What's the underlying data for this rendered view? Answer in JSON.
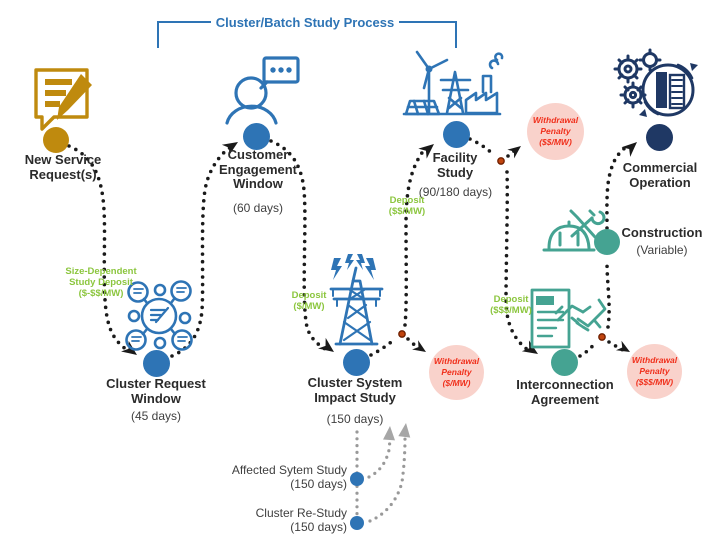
{
  "title": "Cluster/Batch Study Process",
  "nodes": [
    {
      "id": "new-service-request",
      "label": "New Service\nRequest(s)",
      "duration": ""
    },
    {
      "id": "customer-engagement-window",
      "label": "Customer\nEngagement\nWindow",
      "duration": "(60 days)"
    },
    {
      "id": "cluster-request-window",
      "label": "Cluster Request\nWindow",
      "duration": "(45 days)"
    },
    {
      "id": "cluster-system-impact-study",
      "label": "Cluster System\nImpact Study",
      "duration": "(150 days)"
    },
    {
      "id": "facility-study",
      "label": "Facility\nStudy",
      "duration": "(90/180 days)"
    },
    {
      "id": "interconnection-agreement",
      "label": "Interconnection\nAgreement",
      "duration": ""
    },
    {
      "id": "construction",
      "label": "Construction",
      "duration": "(Variable)"
    },
    {
      "id": "commercial-operation",
      "label": "Commercial\nOperation",
      "duration": ""
    }
  ],
  "sub_studies": [
    {
      "label": "Affected Sytem Study\n(150 days)"
    },
    {
      "label": "Cluster Re-Study\n(150 days)"
    }
  ],
  "deposits": [
    {
      "label": "Size-Dependent\nStudy Deposit\n($-$$/MW)"
    },
    {
      "label": "Deposit\n($/MW)"
    },
    {
      "label": "Deposit\n($$/MW)"
    },
    {
      "label": "Deposit\n($$$/MW)"
    }
  ],
  "penalties": [
    {
      "label": "Withdrawal\nPenalty\n($$/MW)"
    },
    {
      "label": "Withdrawal\nPenalty\n($/MW)"
    },
    {
      "label": "Withdrawal\nPenalty\n($$$/MW)"
    }
  ],
  "icons": {
    "new_service": "document-pencil-icon",
    "customer_engagement": "person-chat-icon",
    "cluster_request": "cluster-network-icon",
    "cluster_system_impact": "transmission-tower-icon",
    "facility_study": "power-plant-icon",
    "interconnection": "contract-handshake-icon",
    "construction": "hardhat-tools-icon",
    "commercial_operation": "gears-building-icon"
  },
  "colors": {
    "blue": "#2E74B5",
    "navy": "#1F3864",
    "gold": "#BF8A0E",
    "teal": "#45A392",
    "green": "#8CC63F",
    "penalty_fill": "#F9D2CB",
    "penalty_text": "#F0301C",
    "path": "#1A1A1A",
    "feedback_gray": "#999999"
  }
}
